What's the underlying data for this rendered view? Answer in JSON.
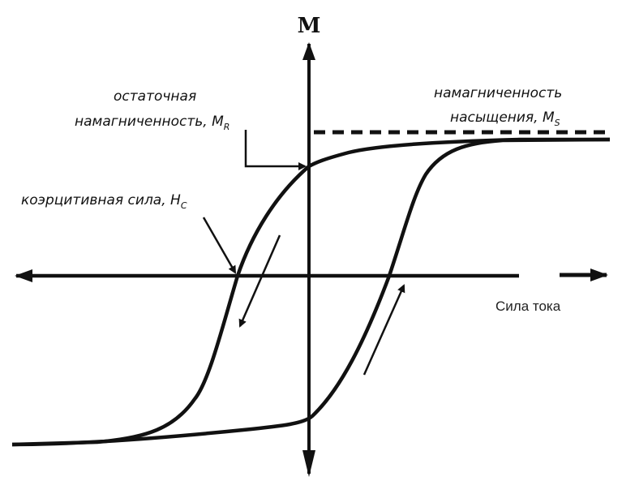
{
  "diagram": {
    "y_axis_label": "M",
    "x_axis_label": "Сила тока",
    "remanence": {
      "line1": "остаточная",
      "line2": "намагниченность, M",
      "subscript": "R"
    },
    "saturation": {
      "line1": "намагниченность",
      "line2": "насыщения, M",
      "subscript": "S"
    },
    "coercivity": {
      "text": "коэрцитивная сила, H",
      "subscript": "C"
    },
    "colors": {
      "ink": "#111111",
      "background": "#ffffff"
    }
  }
}
